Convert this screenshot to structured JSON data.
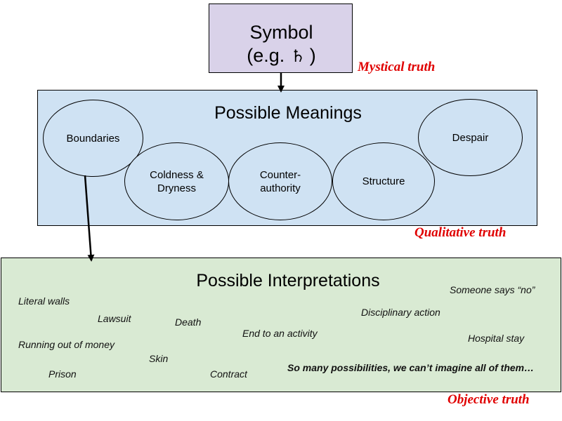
{
  "symbol": {
    "line1": "Symbol",
    "line2_prefix": "(e.g.",
    "glyph": "♄",
    "line2_suffix": ")",
    "truth_label": "Mystical truth"
  },
  "meanings": {
    "title": "Possible Meanings",
    "truth_label": "Qualitative truth",
    "items": [
      {
        "line1": "Boundaries",
        "line2": ""
      },
      {
        "line1": "Coldness &",
        "line2": "Dryness"
      },
      {
        "line1": "Counter-",
        "line2": "authority"
      },
      {
        "line1": "Structure",
        "line2": ""
      },
      {
        "line1": "Despair",
        "line2": ""
      }
    ]
  },
  "interpretations": {
    "title": "Possible Interpretations",
    "truth_label": "Objective truth",
    "items": [
      "Literal walls",
      "Lawsuit",
      "Death",
      "End to an activity",
      "Disciplinary action",
      "Someone says “no”",
      "Hospital stay",
      "Running out of money",
      "Skin",
      "Prison",
      "Contract",
      "So many possibilities, we can’t imagine all of them…"
    ]
  },
  "colors": {
    "symbol_fill": "#d9d2e9",
    "meanings_fill": "#cfe2f3",
    "interpretations_fill": "#d9ead3",
    "truth_label": "#e00000",
    "arrow": "#000000"
  }
}
